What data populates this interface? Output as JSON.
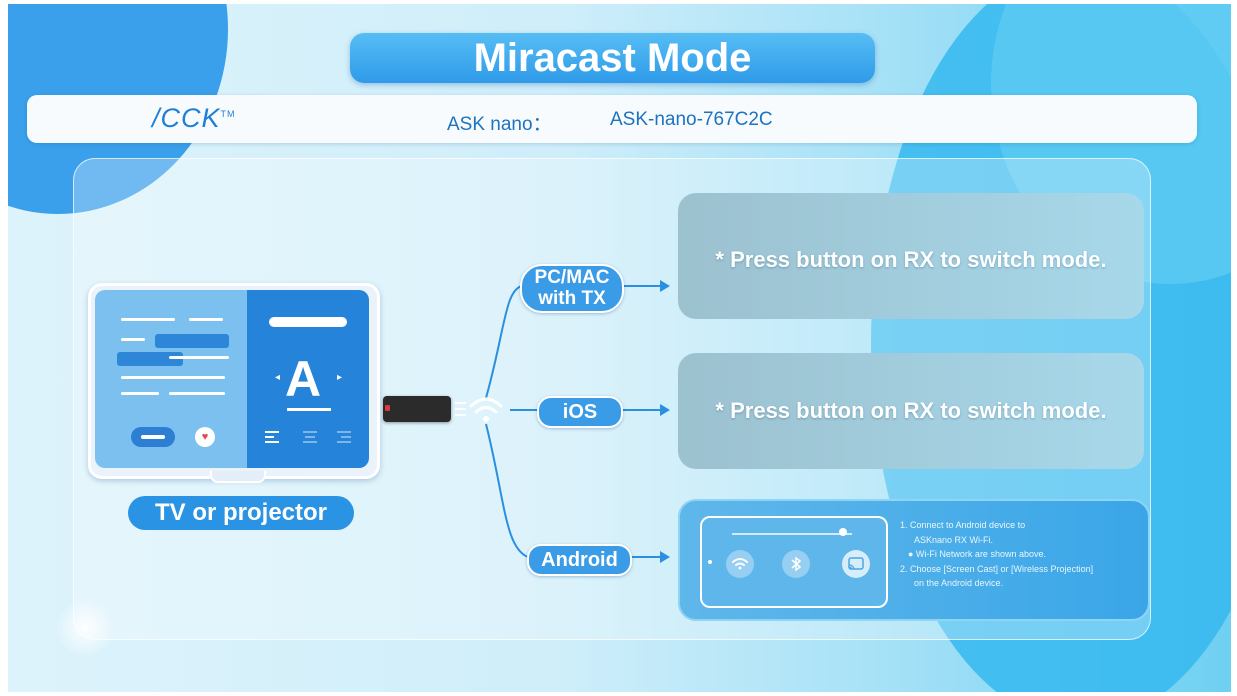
{
  "title": "Miracast Mode",
  "header": {
    "logo_text": "/CCK",
    "logo_tm": "TM",
    "device_label": "ASK nano：",
    "device_value": "ASK-nano-767C2C"
  },
  "tv": {
    "label": "TV or projector",
    "big_letter": "A"
  },
  "sources": [
    {
      "label_line1": "PC/MAC",
      "label_line2": "with TX",
      "message": "* Press button on RX to switch mode."
    },
    {
      "label": "iOS",
      "message": "* Press button on RX to switch mode."
    },
    {
      "label": "Android"
    }
  ],
  "android_steps": [
    "1. Connect to Android device to",
    "ASKnano RX Wi-Fi.",
    "● Wi-Fi Network are shown above.",
    "2. Choose [Screen Cast] or [Wireless Projection]",
    "on the Android device."
  ],
  "colors": {
    "accent": "#2a93e4",
    "title_bg": "#3fa8ee",
    "gray_box": "#a3c9d8",
    "android_box": "#4aaeea"
  },
  "icons": [
    "wifi-icon",
    "bluetooth-icon",
    "screen-cast-icon",
    "arrow-right-icon",
    "heart-icon"
  ]
}
